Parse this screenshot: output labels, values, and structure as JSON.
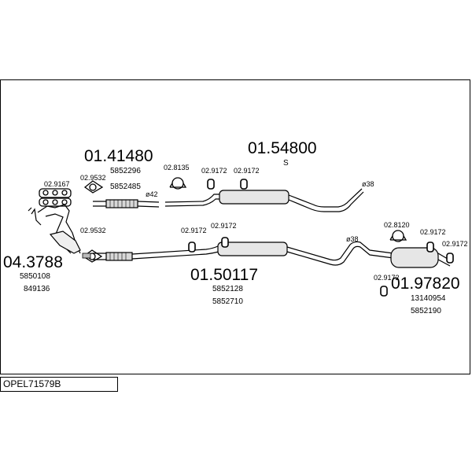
{
  "drawing_code": "OPEL71579B",
  "parts": {
    "front_pipe_upper": {
      "part_no": "01.41480",
      "oe_numbers": [
        "5852296",
        "5852485"
      ]
    },
    "rear_silencer_upper": {
      "part_no": "01.54800",
      "variant_mark": "S"
    },
    "front_pipe_lower": {
      "part_no": "01.50117",
      "oe_numbers": [
        "5852128",
        "5852710"
      ]
    },
    "rear_silencer_lower": {
      "part_no": "01.97820",
      "oe_numbers": [
        "13140954",
        "5852190"
      ]
    },
    "catalyst": {
      "part_no": "04.3788",
      "oe_numbers": [
        "5850108",
        "849136"
      ]
    }
  },
  "fittings": {
    "gasket_a": "02.9167",
    "gasket_b_upper": "02.9532",
    "gasket_b_lower": "02.9532",
    "clamp_upper": "02.8135",
    "clamp_rear": "02.8120",
    "rubber_1": "02.9172",
    "rubber_2": "02.9172",
    "rubber_3": "02.9172",
    "rubber_4": "02.9172",
    "rubber_5": "02.9172",
    "rubber_6": "02.9172",
    "rubber_7": "02.9172"
  },
  "diameters": {
    "d42": "ø42",
    "d38_upper": "ø38",
    "d38_lower": "ø38"
  }
}
